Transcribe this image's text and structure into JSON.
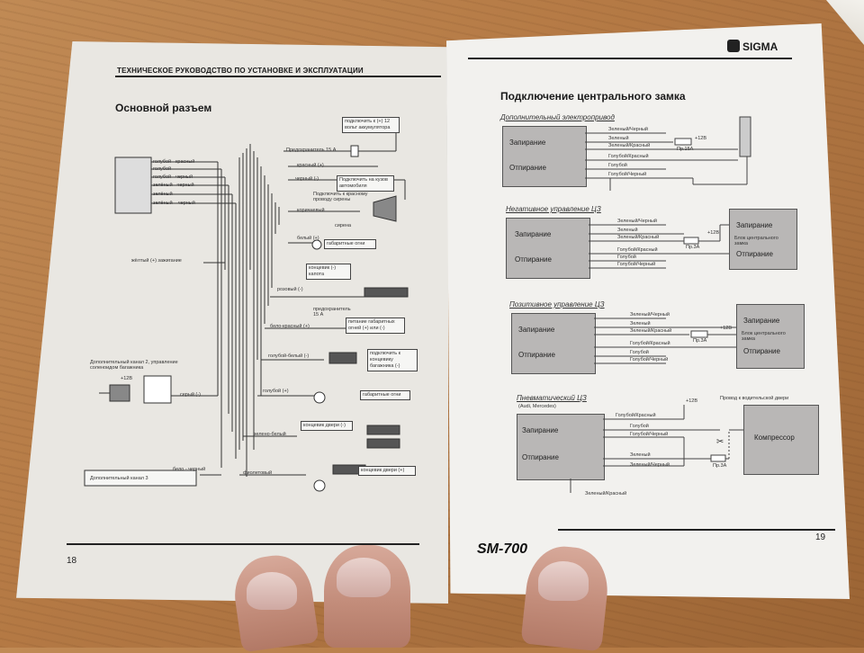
{
  "left_page": {
    "header": "ТЕХНИЧЕСКОЕ РУКОВОДСТВО ПО УСТАНОВКЕ И ЭКСПЛУАТАЦИИ",
    "title": "Основной разъем",
    "page_number": "18",
    "fuse": "Предохранитель 15 А",
    "wires": [
      "голубой - красный",
      "голубой",
      "голубой - черный",
      "зелёный - черный",
      "зелёный",
      "зелёный – черный"
    ],
    "labels": {
      "red": "красный (+)",
      "black": "черный (-)",
      "brown": "коричневый",
      "white": "белый (+)",
      "yellow": "жёлтый (+) зажигание",
      "pink": "розовый (-)",
      "white_red": "бело-красный (+)",
      "blue_white": "голубой-белый (-)",
      "blue": "голубой (+)",
      "green_white": "зелено-белый",
      "violet": "фиолетовый",
      "grey": "серый (-)",
      "white_black": "бело - черный",
      "siren": "сирена",
      "fuse2": "предохранитель 15 А",
      "ch2": "Дополнительный канал 2, управление соленоидом багажника",
      "12v": "+12В"
    },
    "boxes": {
      "power": "подключить к (+) 12 вольт аккумулятора",
      "body": "Подключить на кузов автомобиля",
      "siren_wire": "Подключить к красному проводу сирены",
      "parking": "габаритные огни",
      "hood": "концевик (-) капота",
      "lights": "питание габаритных огней (+) или (-)",
      "trunk": "подключить к концевику багажника (-)",
      "parking2": "габаритные огни",
      "door1": "концевик двери (-)",
      "door2": "концевик двери (+)",
      "ch3": "Дополнительный канал 3"
    }
  },
  "right_page": {
    "logo": "SIGMA",
    "title": "Подключение центрального замка",
    "page_number": "19",
    "model": "SM-700",
    "sections": [
      {
        "name": "Дополнительный электропривод",
        "lock": "Запирание",
        "unlock": "Отпирание",
        "wires": [
          "Зеленый/Черный",
          "Зеленый",
          "Зеленый/Красный",
          "Голубой/Красный",
          "Голубой",
          "Голубой/Черный"
        ],
        "fuse": "Пр.15А",
        "v12": "+12В"
      },
      {
        "name": "Негативное управление ЦЗ",
        "lock": "Запирание",
        "unlock": "Отпирание",
        "wires": [
          "Зеленый/Черный",
          "Зеленый",
          "Зеленый/Красный",
          "Голубой/Красный",
          "Голубой",
          "Голубой/Черный"
        ],
        "fuse": "Пр.3А",
        "v12": "+12В",
        "unit": "Блок центрального замка",
        "unit_lock": "Запирание",
        "unit_unlock": "Отпирание"
      },
      {
        "name": "Позитивное управление ЦЗ",
        "lock": "Запирание",
        "unlock": "Отпирание",
        "wires": [
          "Зеленый/Черный",
          "Зеленый",
          "Зеленый/Красный",
          "Голубой/Красный",
          "Голубой",
          "Голубой/Черный"
        ],
        "fuse": "Пр.3А",
        "v12": "+12В",
        "unit": "Блок центрального замка",
        "unit_lock": "Запирание",
        "unit_unlock": "Отпирание"
      },
      {
        "name": "Пневматический ЦЗ",
        "sub": "(Audi, Mercedes)",
        "lock": "Запирание",
        "unlock": "Отпирание",
        "wires": [
          "Голубой/Красный",
          "Голубой",
          "Голубой/Черный",
          "Зеленый",
          "Зеленый/Черный",
          "Зеленый/Красный"
        ],
        "fuse": "Пр.3А",
        "v12": "+12В",
        "door_wire": "Провод к водительской двери",
        "unit": "Компрессор"
      }
    ]
  }
}
